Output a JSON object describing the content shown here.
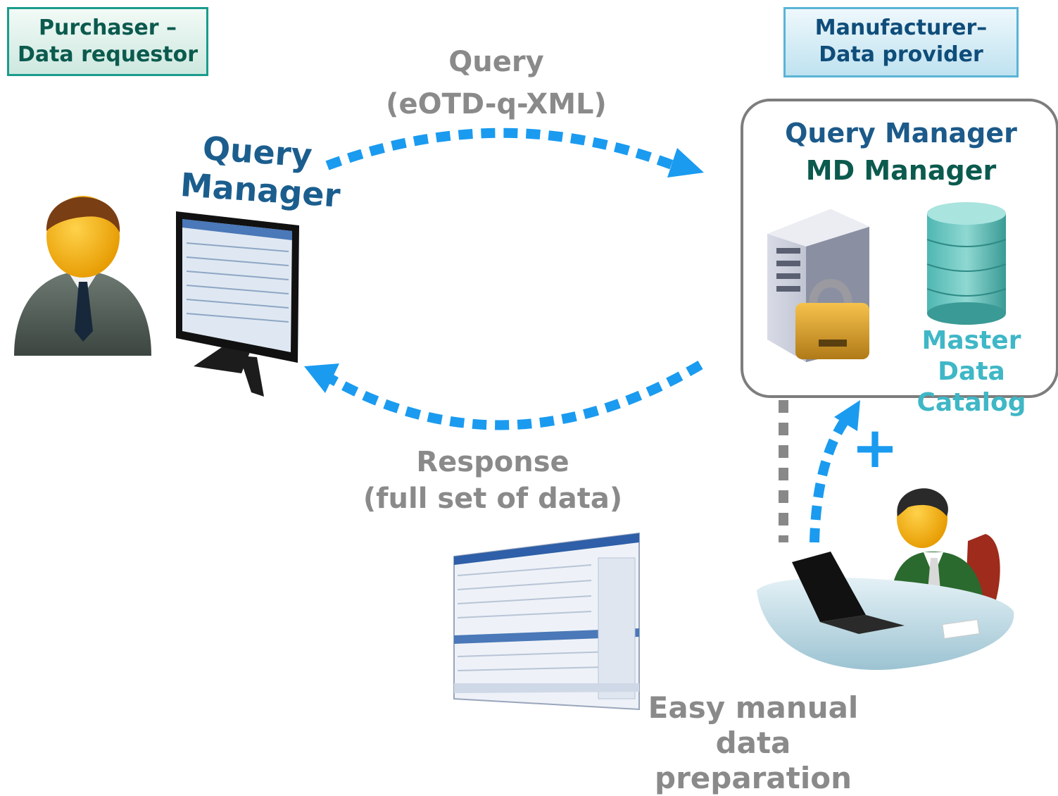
{
  "purchaser_box": {
    "line1": "Purchaser –",
    "line2": "Data requestor"
  },
  "manufacturer_box": {
    "line1": "Manufacturer–",
    "line2": "Data provider"
  },
  "query_label": {
    "line1": "Query",
    "line2": "(eOTD-q-XML)"
  },
  "response_label": {
    "line1": "Response",
    "line2": "(full set of data)"
  },
  "client_monitor_label": {
    "line1": "Query",
    "line2": "Manager"
  },
  "server": {
    "line1": "Query Manager",
    "line2": "MD Manager",
    "catalog_line1": "Master Data",
    "catalog_line2": "Catalog"
  },
  "plus_sign": "+",
  "manual_label": {
    "line1": "Easy manual",
    "line2": "data preparation"
  },
  "colors": {
    "arrow": "#1a9bf0",
    "teal": "#1a9c8c",
    "grey_text": "#8a8a8a",
    "server_border": "#7d7d7d"
  }
}
